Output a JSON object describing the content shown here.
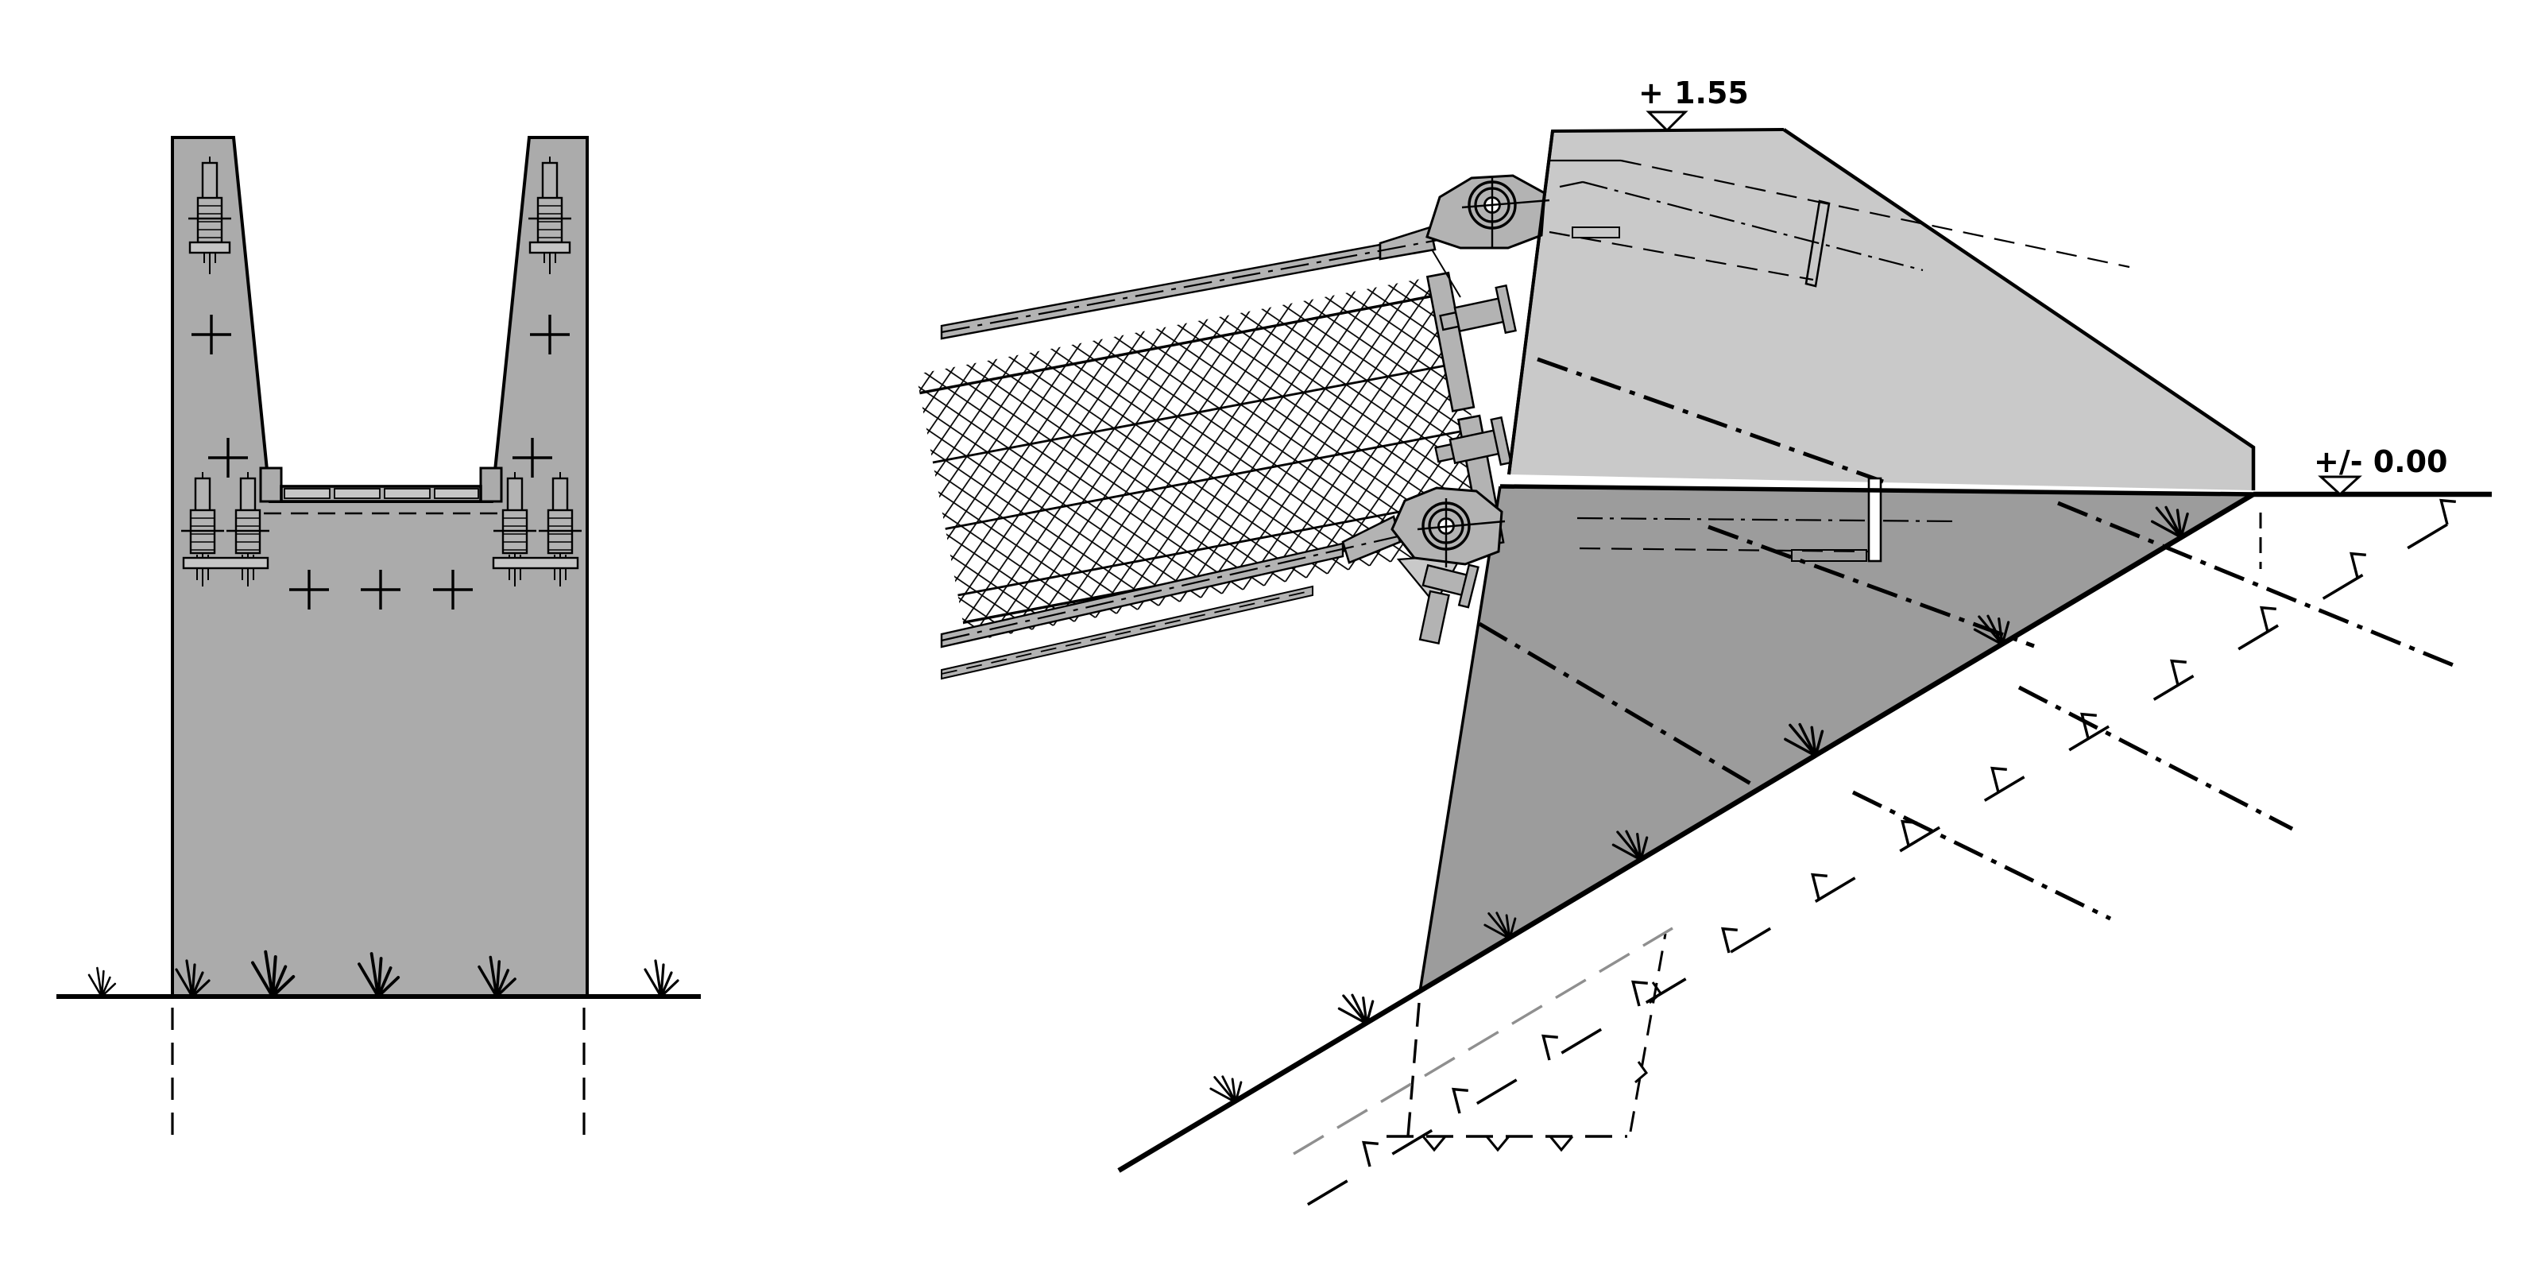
{
  "drawing": {
    "kind": "technical-section-drawing",
    "elevation_markers": {
      "crest": {
        "label": "+ 1.55"
      },
      "ground": {
        "label": "+/- 0.00"
      }
    },
    "views": {
      "front_elevation": {
        "features": [
          "concrete V-notch foundation",
          "anchor bolts",
          "center crosses",
          "ground line",
          "buried outline dashes"
        ]
      },
      "section": {
        "features": [
          "embankment block",
          "buried foundation wedge",
          "chain-link mesh panel",
          "upper stay cable",
          "lower stay cable",
          "eyebolt anchors",
          "embedded anchor rods",
          "bearing plates",
          "rock excavation lines"
        ]
      }
    }
  },
  "colors": {
    "background": "#ffffff",
    "line": "#000000",
    "concrete": "#ababab",
    "concrete_light": "#c9c9c9",
    "concrete_dark": "#9c9c9c",
    "hardware": "#b3b3b3",
    "plate_light": "#c6c6c6",
    "ghost_line": "#8f8f8f"
  }
}
